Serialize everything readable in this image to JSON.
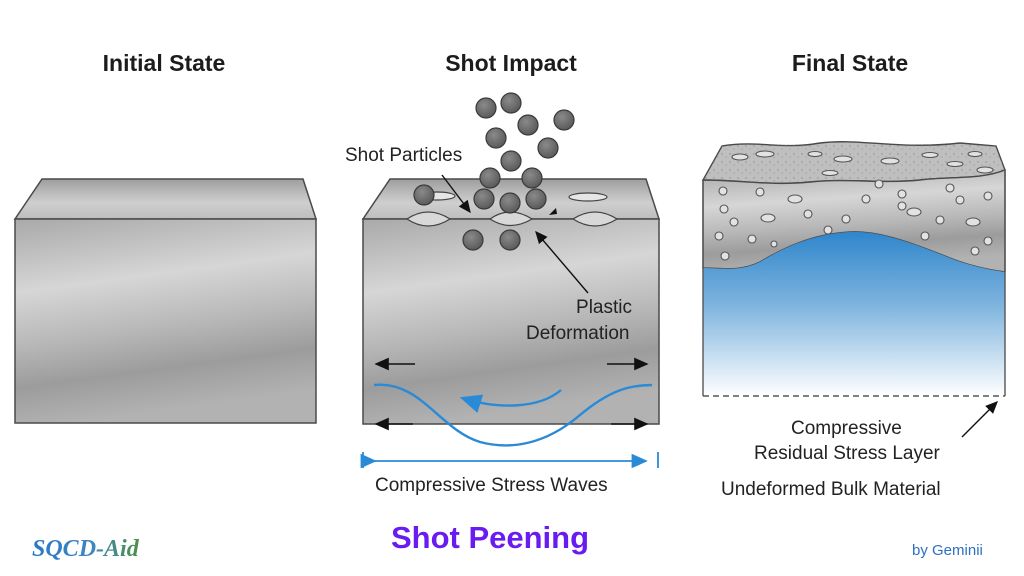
{
  "panels": [
    {
      "title": "Initial State"
    },
    {
      "title": "Shot Impact"
    },
    {
      "title": "Final State"
    }
  ],
  "labels": {
    "shot_particles": "Shot Particles",
    "plastic_deformation_line1": "Plastic",
    "plastic_deformation_line2": "Deformation",
    "compressive_stress_waves": "Compressive Stress Waves",
    "residual_layer_line1": "Compressive",
    "residual_layer_line2": "Residual Stress Layer",
    "bulk_material": "Undeformed Bulk Material"
  },
  "footer": {
    "title": "Shot Peening",
    "brand": "SQCD-Aid",
    "credit": "by Geminii"
  },
  "colors": {
    "title_purple": "#6a1cf0",
    "stress_blue": "#2a8ad6",
    "credit_blue": "#2d6fc0",
    "shot_gray": "#6a6a6a"
  }
}
